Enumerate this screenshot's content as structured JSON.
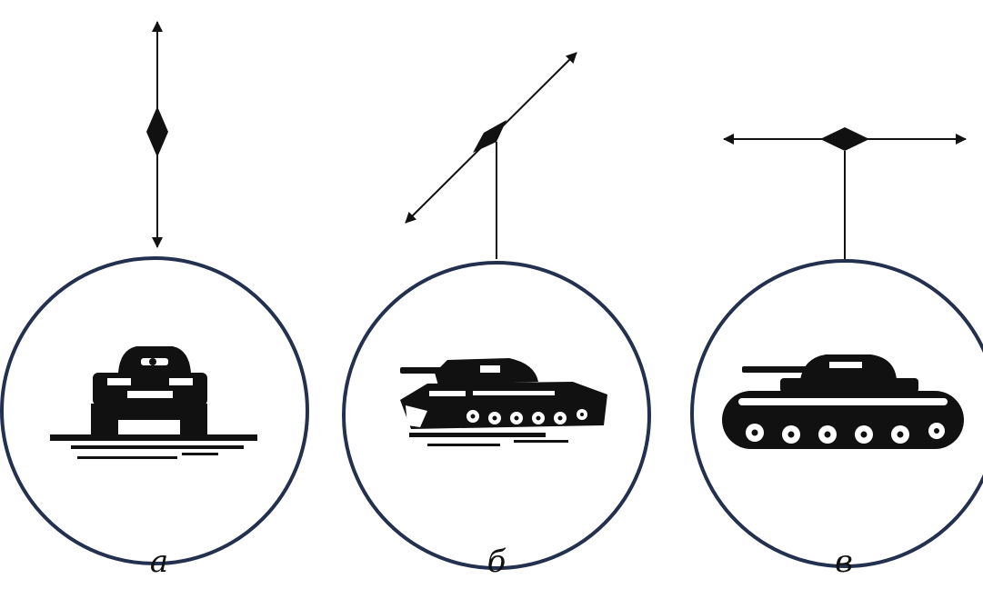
{
  "panels": [
    {
      "label": "а",
      "direction": "vertical",
      "view": "front"
    },
    {
      "label": "б",
      "direction": "diagonal",
      "view": "three-quarter"
    },
    {
      "label": "в",
      "direction": "horizontal",
      "view": "side"
    }
  ],
  "colors": {
    "circle_stroke": "#23304e",
    "ink": "#111111",
    "background": "#ffffff"
  }
}
